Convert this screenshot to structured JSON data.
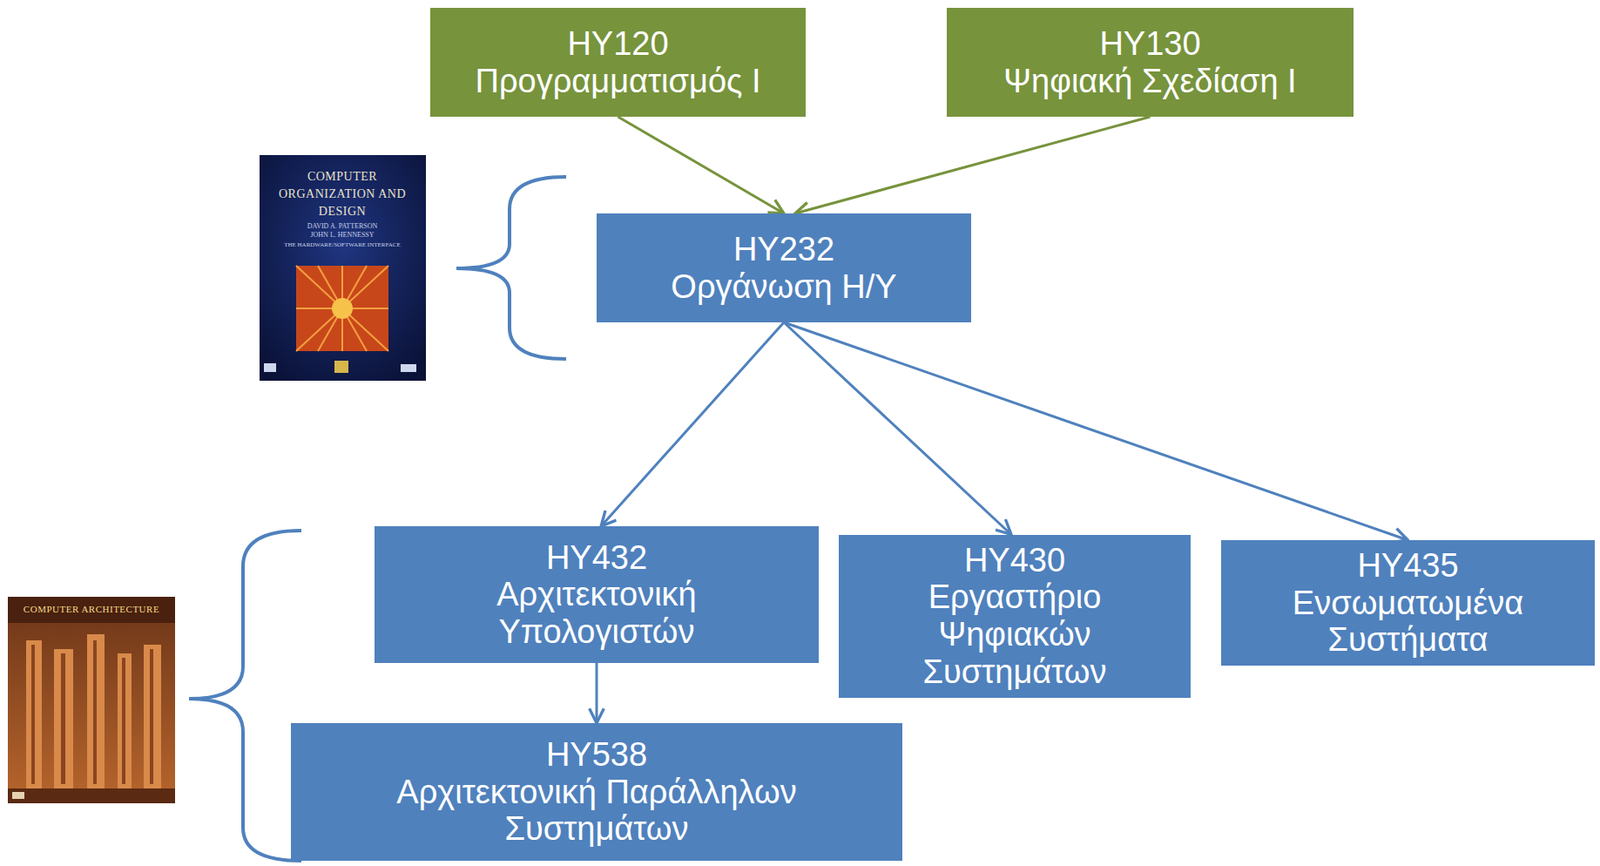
{
  "diagram": {
    "nodes": [
      {
        "text": [
          "ΗΥ120",
          "Προγραμματισμός Ι"
        ]
      },
      {
        "text": [
          "ΗΥ130",
          "Ψηφιακή Σχεδίαση Ι"
        ]
      },
      {
        "text": [
          "ΗΥ232",
          "Οργάνωση Η/Υ"
        ]
      },
      {
        "text": [
          "ΗΥ432",
          "Αρχιτεκτονική Υπολογιστών"
        ]
      },
      {
        "text": [
          "ΗΥ430",
          "Εργαστήριο Ψηφιακών Συστημάτων"
        ]
      },
      {
        "text": [
          "ΗΥ435",
          "Ενσωματωμένα Συστήματα"
        ]
      },
      {
        "text": [
          "ΗΥ538",
          "Αρχιτεκτονική Παράλληλων Συστημάτων"
        ]
      }
    ],
    "edges": [
      {
        "from": 0,
        "to": 2,
        "arrow": "to"
      },
      {
        "from": 1,
        "to": 2,
        "arrow": "to"
      },
      {
        "from": 2,
        "to": 3,
        "arrow": "to"
      },
      {
        "from": 2,
        "to": 4,
        "arrow": "to"
      },
      {
        "from": 2,
        "to": 5,
        "arrow": "to"
      },
      {
        "from": 3,
        "to": 6,
        "arrow": "to"
      }
    ],
    "labels": [
      "COMPUTER ORGANIZATION AND DESIGN",
      "DAVID A. PATTERSON",
      "JOHN L. HENNESSY",
      "THE HARDWARE/SOFTWARE INTERFACE",
      "COMPUTER ARCHITECTURE"
    ]
  }
}
